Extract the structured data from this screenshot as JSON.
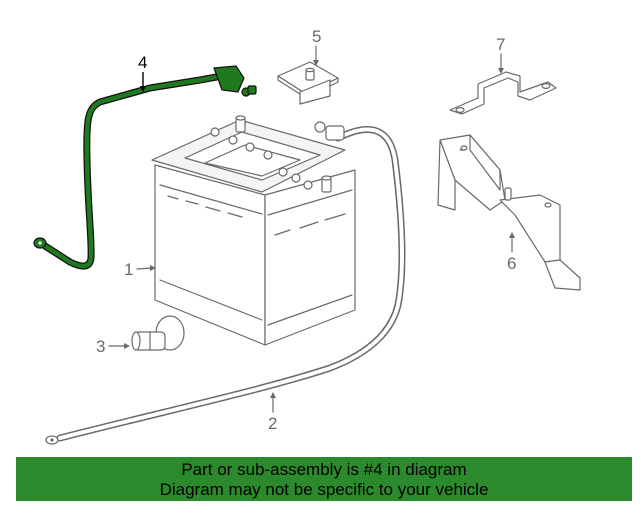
{
  "diagram": {
    "callouts": {
      "c1": "1",
      "c2": "2",
      "c3": "3",
      "c4": "4",
      "c5": "5",
      "c6": "6",
      "c7": "7"
    },
    "highlight_color": "#1f7a1f",
    "line_color": "#6a6a6a"
  },
  "banner": {
    "line1": "Part or sub-assembly is #4 in diagram",
    "line2": "Diagram may not be specific to your vehicle",
    "background": "#2b8a2b"
  }
}
